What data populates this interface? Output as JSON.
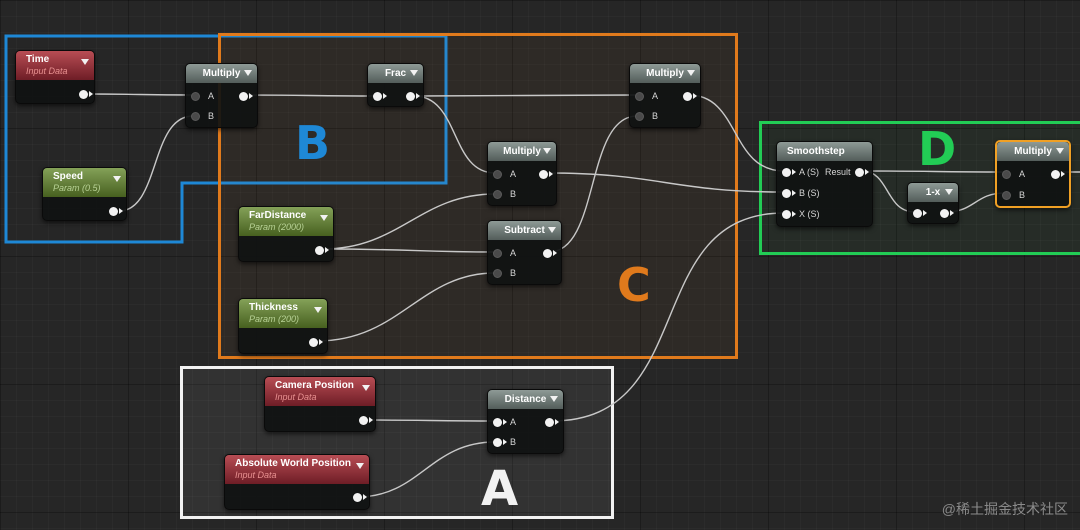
{
  "colors": {
    "group_a": "#f2f2f2",
    "group_b": "#1e88d6",
    "group_c": "#e07a1c",
    "group_d": "#22cc55",
    "wire": "#c8c8c8"
  },
  "groups": {
    "a": {
      "label": "A"
    },
    "b": {
      "label": "B"
    },
    "c": {
      "label": "C"
    },
    "d": {
      "label": "D"
    }
  },
  "nodes": {
    "time": {
      "title": "Time",
      "subtitle": "Input Data"
    },
    "speed": {
      "title": "Speed",
      "subtitle": "Param (0.5)"
    },
    "multiply_1": {
      "title": "Multiply",
      "pin_a": "A",
      "pin_b": "B"
    },
    "frac": {
      "title": "Frac"
    },
    "multiply_2": {
      "title": "Multiply",
      "pin_a": "A",
      "pin_b": "B"
    },
    "multiply_3": {
      "title": "Multiply",
      "pin_a": "A",
      "pin_b": "B"
    },
    "far_distance": {
      "title": "FarDistance",
      "subtitle": "Param (2000)"
    },
    "thickness": {
      "title": "Thickness",
      "subtitle": "Param (200)"
    },
    "subtract": {
      "title": "Subtract",
      "pin_a": "A",
      "pin_b": "B"
    },
    "smoothstep": {
      "title": "Smoothstep",
      "pin_a": "A (S)",
      "pin_b": "B (S)",
      "pin_x": "X (S)",
      "result": "Result"
    },
    "one_minus_x": {
      "title": "1-x"
    },
    "multiply_4": {
      "title": "Multiply",
      "pin_a": "A",
      "pin_b": "B"
    },
    "camera_position": {
      "title": "Camera Position",
      "subtitle": "Input Data"
    },
    "absolute_world_position": {
      "title": "Absolute World Position",
      "subtitle": "Input Data"
    },
    "distance": {
      "title": "Distance",
      "pin_a": "A",
      "pin_b": "B"
    }
  },
  "watermark": "@稀土掘金技术社区"
}
